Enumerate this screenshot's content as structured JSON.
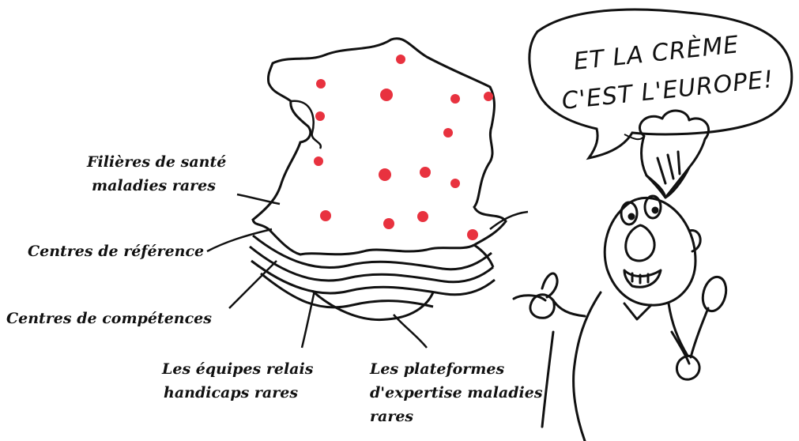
{
  "speech_bubble": {
    "line1": "ET LA CRÈME",
    "line2": "C'EST L'EUROPE!"
  },
  "labels": {
    "filieres_line1": "Filières de santé",
    "filieres_line2": "maladies rares",
    "centres_reference": "Centres de référence",
    "centres_competences": "Centres de compétences",
    "equipes_line1": "Les équipes relais",
    "equipes_line2": "handicaps rares",
    "plateformes_line1": "Les plateformes",
    "plateformes_line2": "d'expertise maladies",
    "plateformes_line3": "rares"
  },
  "colors": {
    "ink": "#111111",
    "dots": "#e8323f",
    "background": "#ffffff"
  }
}
